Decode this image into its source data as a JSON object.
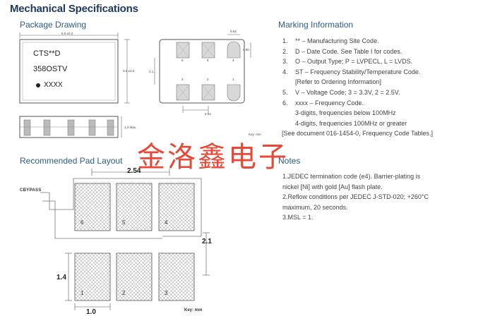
{
  "title": "Mechanical Specifications",
  "sections": {
    "package_drawing": "Package Drawing",
    "marking_info": "Marking Information",
    "recommended_pad": "Recommended Pad Layout",
    "notes": "Notes"
  },
  "package": {
    "line1": "CTS**D",
    "line2": "358OSTV",
    "line3": "XXXX",
    "dim_width": "5.0 ±0.2",
    "dim_height": "3.2 ±0.2",
    "dim_max": "1.3 Max.",
    "dim_pad_w": "0.64",
    "dim_pad_h": "0.90",
    "dim_pitch_side": "2.1",
    "dim_pitch": "2.54",
    "key": "Key: mm",
    "pin_top": [
      "6",
      "5",
      "4"
    ],
    "pin_bottom": [
      "3",
      "2",
      "1"
    ]
  },
  "marking_list": [
    {
      "num": "1.",
      "text": "** – Manufacturing Site Code."
    },
    {
      "num": "2.",
      "text": "D – Date Code.  See Table I for codes."
    },
    {
      "num": "3.",
      "text": "O – Output Type; P = LVPECL, L = LVDS."
    },
    {
      "num": "4.",
      "text": "ST – Frequency Stability/Temperature Code."
    },
    {
      "num": "",
      "text": "[Refer to Ordering Information]"
    },
    {
      "num": "5.",
      "text": "V – Voltage Code; 3 = 3.3V, 2 = 2.5V."
    },
    {
      "num": "6.",
      "text": "xxxx – Frequency Code."
    },
    {
      "num": "",
      "text": "3-digits, frequencies below 100MHz"
    },
    {
      "num": "",
      "text": "4-digits, frequencies 100MHz or greater"
    }
  ],
  "marking_ref": "[See document 016-1454-0, Frequency Code Tables.]",
  "notes_list": [
    {
      "num": "1.",
      "text": "JEDEC termination code (e4).  Barrier-plating is"
    },
    {
      "num": "",
      "text": "nickel [Ni] with gold [Au] flash plate."
    },
    {
      "num": "2.",
      "text": "Reflow conditions per JEDEC J-STD-020; +260°C"
    },
    {
      "num": "",
      "text": "maximum, 20 seconds."
    },
    {
      "num": "3.",
      "text": "MSL = 1."
    }
  ],
  "pad_layout": {
    "pitch": "2.54",
    "row_gap": "2.1",
    "pad_h": "1.4",
    "pad_w": "1.0",
    "cbypass": "CBYPASS",
    "key": "Key:  mm",
    "top_pins": [
      "6",
      "5",
      "4"
    ],
    "bottom_pins": [
      "1",
      "2",
      "3"
    ]
  },
  "watermark": "金洛鑫电子",
  "colors": {
    "title": "#1f3864",
    "section": "#2e5c8a",
    "watermark": "#e62814"
  }
}
